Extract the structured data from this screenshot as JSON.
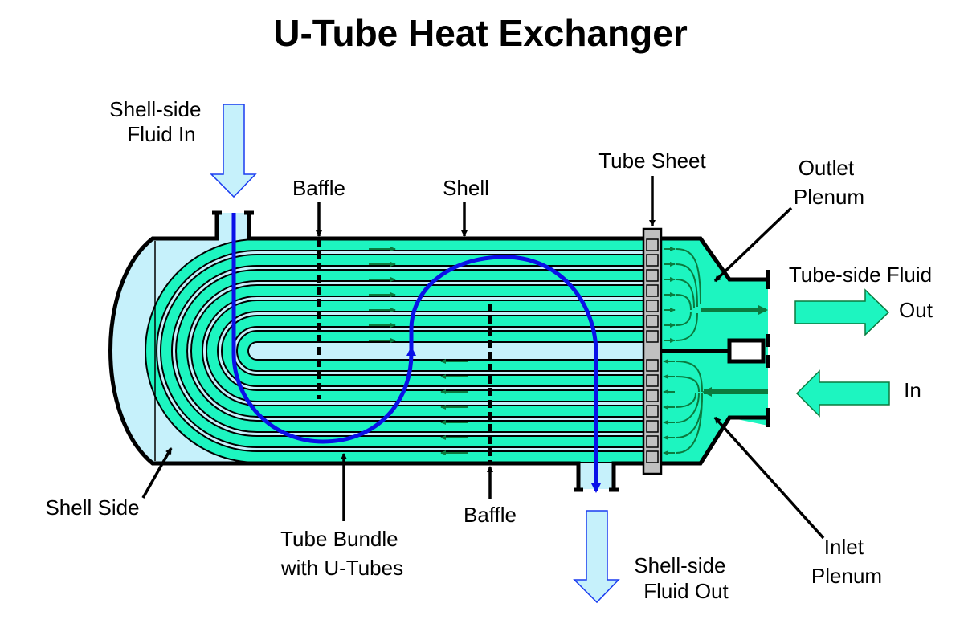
{
  "title": "U-Tube Heat Exchanger",
  "labels": {
    "shell_in_1": "Shell-side",
    "shell_in_2": "Fluid In",
    "baffle_top": "Baffle",
    "shell": "Shell",
    "tube_sheet": "Tube Sheet",
    "outlet_plenum_1": "Outlet",
    "outlet_plenum_2": "Plenum",
    "tube_fluid": "Tube-side Fluid",
    "out": "Out",
    "in": "In",
    "shell_side": "Shell Side",
    "tube_bundle_1": "Tube Bundle",
    "tube_bundle_2": "with U-Tubes",
    "baffle_bottom": "Baffle",
    "shell_out_1": "Shell-side",
    "shell_out_2": "Fluid Out",
    "inlet_plenum_1": "Inlet",
    "inlet_plenum_2": "Plenum"
  },
  "colors": {
    "shell_fluid": "#c6f1fb",
    "tube_fluid": "#1df5c0",
    "flow_path": "#0a10e8",
    "flow_arrow": "#0b7a3e",
    "tube_sheet": "#c0c0c0"
  }
}
